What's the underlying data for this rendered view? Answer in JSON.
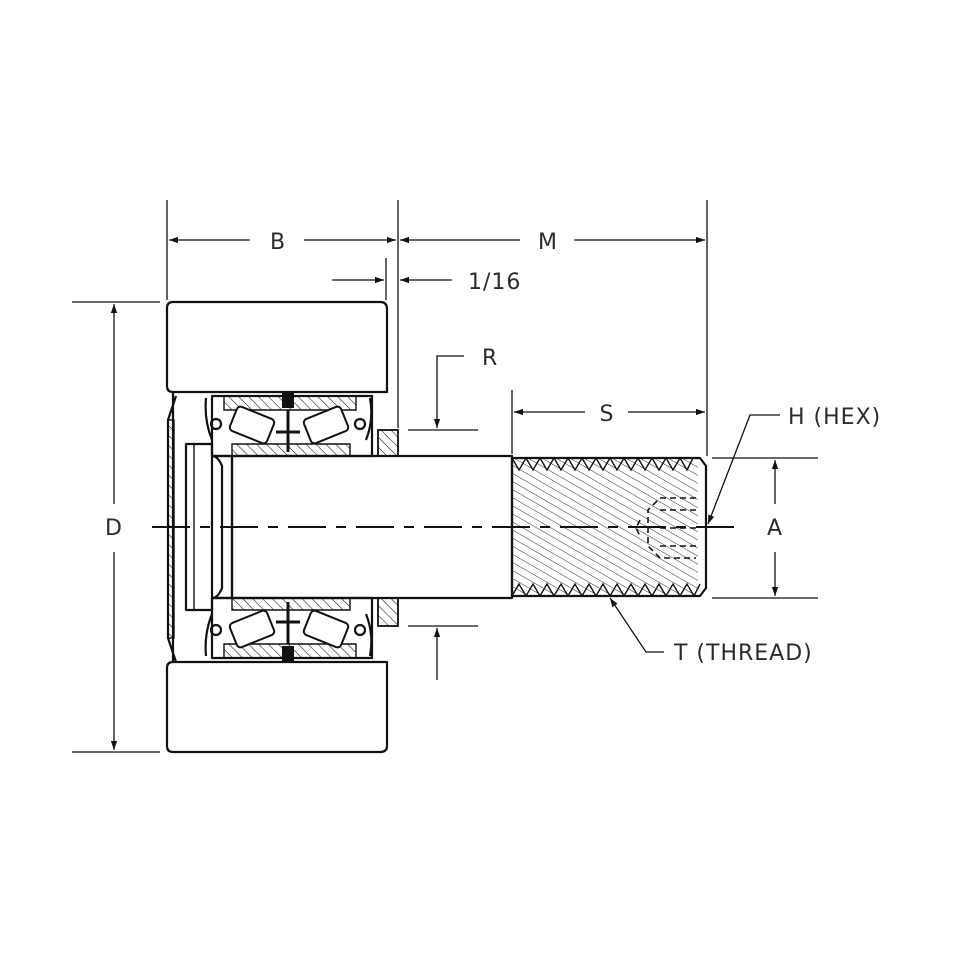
{
  "labels": {
    "B": "B",
    "M": "M",
    "sixteenth": "1/16",
    "R": "R",
    "S": "S",
    "H": "H (HEX)",
    "D": "D",
    "A": "A",
    "T": "T (THREAD)"
  },
  "colors": {
    "line": "#111111",
    "text": "#2b2b2b",
    "background": "#ffffff"
  }
}
